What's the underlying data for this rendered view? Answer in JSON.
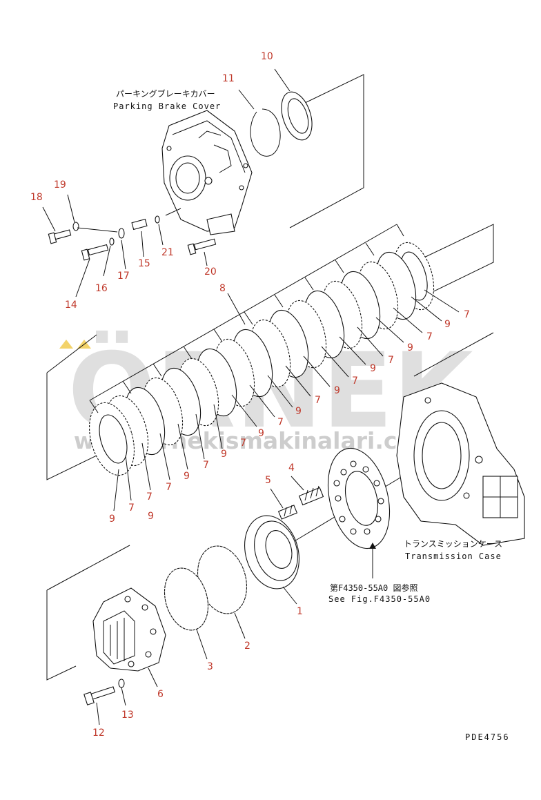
{
  "watermark": {
    "brand": "ÖRNEK",
    "url": "www.ornekismakinalari.com.tr"
  },
  "captions": {
    "parking_brake_jp": "パーキングブレーキカバー",
    "parking_brake_en": "Parking Brake Cover",
    "transmission_jp": "トランスミッションケース",
    "transmission_en": "Transmission Case",
    "see_fig_jp": "第F4350-55A0 図参照",
    "see_fig_en": "See Fig.F4350-55A0",
    "drawing_code": "PDE4756"
  },
  "labels": [
    {
      "id": "l10",
      "text": "10"
    },
    {
      "id": "l11",
      "text": "11"
    },
    {
      "id": "l19",
      "text": "19"
    },
    {
      "id": "l18",
      "text": "18"
    },
    {
      "id": "l15",
      "text": "15"
    },
    {
      "id": "l21",
      "text": "21"
    },
    {
      "id": "l16",
      "text": "16"
    },
    {
      "id": "l17",
      "text": "17"
    },
    {
      "id": "l14",
      "text": "14"
    },
    {
      "id": "l20",
      "text": "20"
    },
    {
      "id": "l8",
      "text": "8"
    },
    {
      "id": "l7a",
      "text": "7"
    },
    {
      "id": "l9a",
      "text": "9"
    },
    {
      "id": "l7b",
      "text": "7"
    },
    {
      "id": "l9b",
      "text": "9"
    },
    {
      "id": "l7c",
      "text": "7"
    },
    {
      "id": "l9c",
      "text": "9"
    },
    {
      "id": "l7d",
      "text": "7"
    },
    {
      "id": "l9d",
      "text": "9"
    },
    {
      "id": "l7e",
      "text": "7"
    },
    {
      "id": "l9e",
      "text": "9"
    },
    {
      "id": "l7f",
      "text": "7"
    },
    {
      "id": "l9f",
      "text": "9"
    },
    {
      "id": "l7g",
      "text": "7"
    },
    {
      "id": "l9g",
      "text": "9"
    },
    {
      "id": "l7h",
      "text": "7"
    },
    {
      "id": "l9h",
      "text": "9"
    },
    {
      "id": "l7i",
      "text": "7"
    },
    {
      "id": "l7j",
      "text": "7"
    },
    {
      "id": "l9i",
      "text": "9"
    },
    {
      "id": "l7k",
      "text": "7"
    },
    {
      "id": "l9j",
      "text": "9"
    },
    {
      "id": "l4",
      "text": "4"
    },
    {
      "id": "l5",
      "text": "5"
    },
    {
      "id": "l1",
      "text": "1"
    },
    {
      "id": "l2",
      "text": "2"
    },
    {
      "id": "l3",
      "text": "3"
    },
    {
      "id": "l6",
      "text": "6"
    },
    {
      "id": "l13",
      "text": "13"
    },
    {
      "id": "l12",
      "text": "12"
    }
  ]
}
